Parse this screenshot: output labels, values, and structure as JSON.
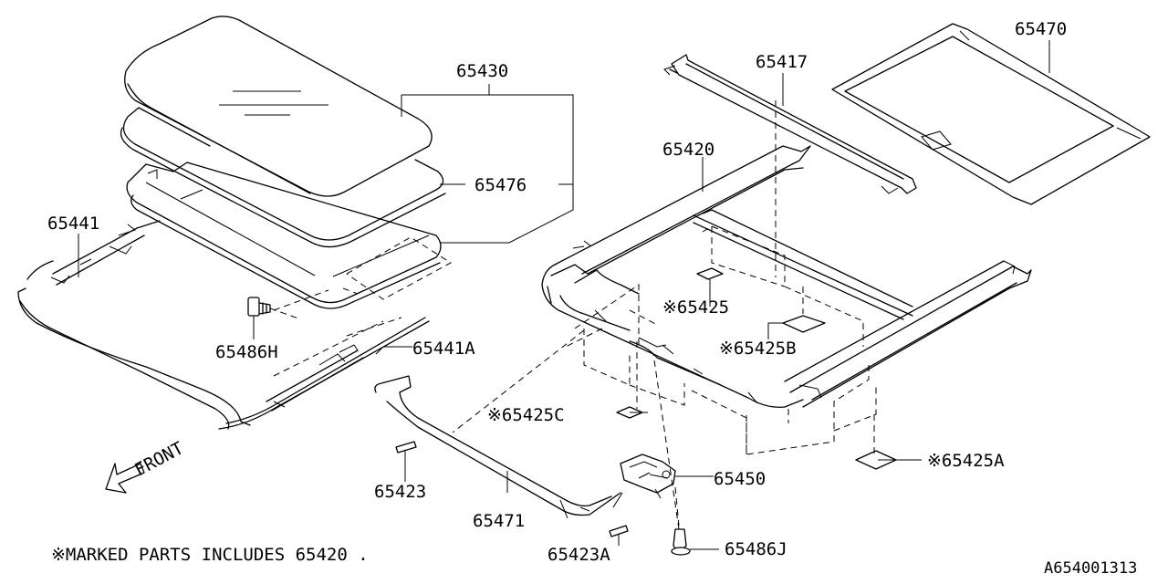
{
  "labels": {
    "p65430": "65430",
    "p65476": "65476",
    "p65441": "65441",
    "p65486H": "65486H",
    "p65441A": "65441A",
    "p65423": "65423",
    "p65471": "65471",
    "p65423A": "65423A",
    "p65486J": "65486J",
    "p65450": "65450",
    "p65425C": "※65425C",
    "p65425A": "※65425A",
    "p65425B": "※65425B",
    "p65425": "※65425",
    "p65420": "65420",
    "p65417": "65417",
    "p65470": "65470"
  },
  "front_label": "FRONT",
  "note": "※MARKED PARTS INCLUDES 65420 .",
  "diagram_code": "A654001313"
}
